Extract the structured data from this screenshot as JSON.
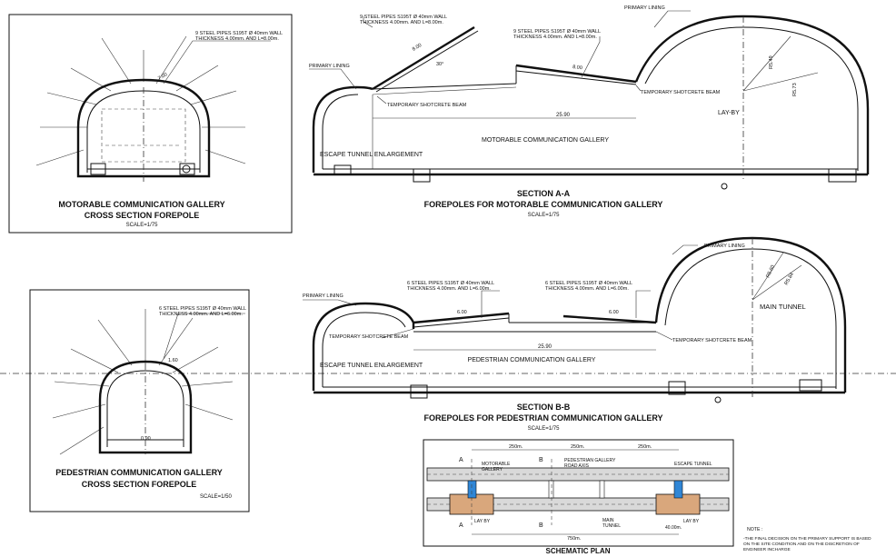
{
  "panels": {
    "motorable_cross_section": {
      "forepole_note_1": "9 STEEL PIPES S195T Ø 40mm WALL",
      "forepole_note_2": "THICKNESS 4.00mm. AND L=8.00m.",
      "angle_dim": "7.00",
      "title_1": "MOTORABLE COMMUNICATION GALLERY",
      "title_2": "CROSS SECTION FOREPOLE",
      "scale": "SCALE=1/75"
    },
    "section_a": {
      "pipes_left_1": "9 STEEL PIPES S195T Ø 40mm WALL",
      "pipes_left_2": "THICKNESS 4.00mm. AND L=8.00m.",
      "pipes_right_1": "9 STEEL PIPES S195T Ø 40mm WALL",
      "pipes_right_2": "THICKNESS 4.00mm. AND L=8.00m.",
      "primary_lining_top": "PRIMARY LINING",
      "primary_lining_left": "PRIMARY LINING",
      "shotcrete_left": "TEMPORARY SHOTCRETE BEAM",
      "shotcrete_right": "TEMPORARY SHOTCRETE BEAM",
      "dim_forepole_left": "8.00",
      "dim_forepole_right": "8.00",
      "angle": "30°",
      "dim_length": "25.90",
      "radius_1": "R5.49",
      "radius_2": "R5.73",
      "lay_by": "LAY-BY",
      "gallery_label": "MOTORABLE COMMUNICATION GALLERY",
      "escape_label": "ESCAPE TUNNEL ENLARGEMENT",
      "title_1": "SECTION A-A",
      "title_2": "FOREPOLES FOR MOTORABLE COMMUNICATION GALLERY",
      "scale": "SCALE=1/75"
    },
    "pedestrian_cross_section": {
      "forepole_note_1": "6 STEEL PIPES S195T Ø 40mm WALL",
      "forepole_note_2": "THICKNESS 4.00mm. AND L=6.00m.",
      "angle_dim": "1.60",
      "floor_dim": "0.90",
      "title_1": "PEDESTRIAN COMMUNICATION GALLERY",
      "title_2": "CROSS SECTION FOREPOLE",
      "scale": "SCALE=1/50"
    },
    "section_b": {
      "primary_lining_top": "PRIMARY LINING",
      "primary_lining_left": "PRIMARY LINING",
      "pipes_left_1": "6 STEEL PIPES S195T Ø 40mm WALL",
      "pipes_left_2": "THICKNESS 4.00mm. AND L=6.00m.",
      "pipes_right_1": "6 STEEL PIPES S195T Ø 40mm WALL",
      "pipes_right_2": "THICKNESS 4.00mm. AND L=6.00m.",
      "dim_forepole_left": "6.00",
      "dim_forepole_right": "6.00",
      "shotcrete_left": "TEMPORARY SHOTCRETE BEAM",
      "shotcrete_right": "TEMPORARY SHOTCRETE BEAM",
      "dim_length": "25.90",
      "radius_1": "R5.60",
      "radius_2": "R5.84",
      "main_tunnel": "MAIN TUNNEL",
      "gallery_label": "PEDESTRIAN COMMUNICATION GALLERY",
      "escape_label": "ESCAPE TUNNEL ENLARGEMENT",
      "title_1": "SECTION B-B",
      "title_2": "FOREPOLES FOR PEDESTRIAN COMMUNICATION GALLERY",
      "scale": "SCALE=1/75"
    },
    "schematic_plan": {
      "dist_1": "250m.",
      "dist_2": "250m.",
      "dist_3": "250m.",
      "motorable_gallery_1": "MOTORABLE",
      "motorable_gallery_2": "GALLERY",
      "pedestrian_gallery": "PEDESTRIAN GALLERY",
      "road_axis": "ROAD AXIS",
      "escape_tunnel": "ESCAPE TUNNEL",
      "lay_by_left": "LAY BY",
      "lay_by_right": "LAY BY",
      "main_tunnel_1": "MAIN",
      "main_tunnel_2": "TUNNEL",
      "total": "750m.",
      "laybay_length": "40.00m.",
      "marker_a": "A",
      "marker_b": "B",
      "title": "SCHEMATIC PLAN"
    },
    "note": {
      "heading": "NOTE :",
      "line_1": "-THE FINAL DECISION ON THE PRIMARY SUPPORT IS BASED",
      "line_2": "ON THE SITE CONDITION AND ON THE DISCRETION OF",
      "line_3": "ENGINEER INCHARGE"
    }
  },
  "colors": {
    "ink": "#111111",
    "gallery_fill": "#2f86d6",
    "laybay_fill": "#d9a77c",
    "tunnel_fill": "#d9d9d9"
  }
}
